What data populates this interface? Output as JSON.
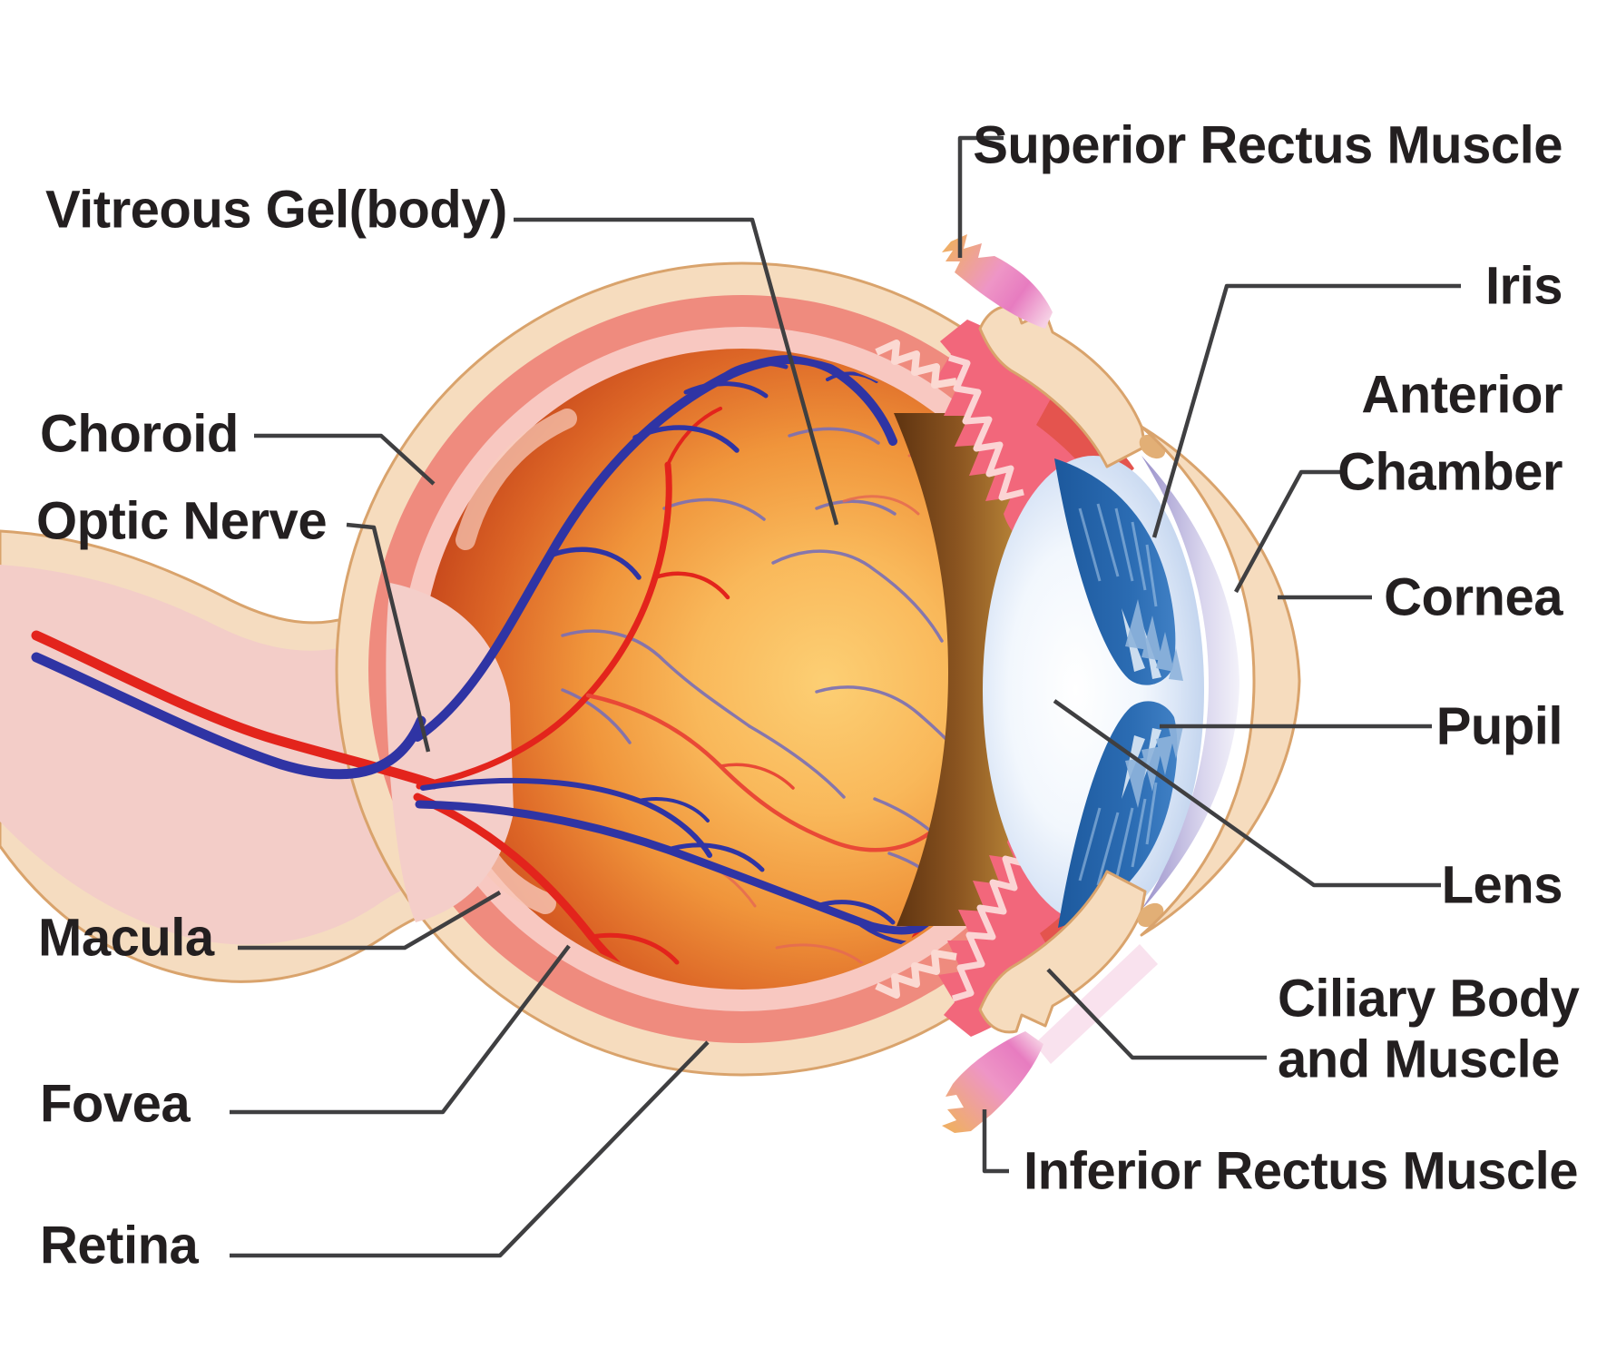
{
  "figure": {
    "type": "anatomical-diagram",
    "subject": "Human eye cross-section",
    "labels": {
      "vitreous_gel": "Vitreous Gel(body)",
      "choroid": "Choroid",
      "optic_nerve": "Optic Nerve",
      "macula": "Macula",
      "fovea": "Fovea",
      "retina": "Retina",
      "superior_rectus": "Superior Rectus Muscle",
      "iris": "Iris",
      "anterior_line1": "Anterior",
      "anterior_line2": "Chamber",
      "cornea": "Cornea",
      "pupil": "Pupil",
      "lens": "Lens",
      "ciliary_line1": "Ciliary Body",
      "ciliary_line2": "and Muscle",
      "inferior_rectus": "Inferior Rectus Muscle"
    },
    "colors": {
      "background": "#FFFFFF",
      "label_text": "#231F20",
      "leader_line": "#3F3F41",
      "sclera": "#F6DCBE",
      "sclera_outline": "#D9A36C",
      "choroid_layer": "#EF8B7E",
      "retina_layer": "#F8C8C1",
      "vitreous_center": "#FBC667",
      "vitreous_edge": "#C03E18",
      "cut_face_brown": "#8A5420",
      "ciliary_pink": "#F2677B",
      "iris_blue": "#2B6CB3",
      "lens_blue": "#C2D4EE",
      "anterior_chamber_lavender": "#978EC9",
      "muscle_magenta": "#E77CC0",
      "muscle_tip_orange": "#EFAE68",
      "artery_red": "#E3241C",
      "vein_blue": "#2F34A4",
      "optic_nerve_pink": "#F3CDC8"
    }
  }
}
